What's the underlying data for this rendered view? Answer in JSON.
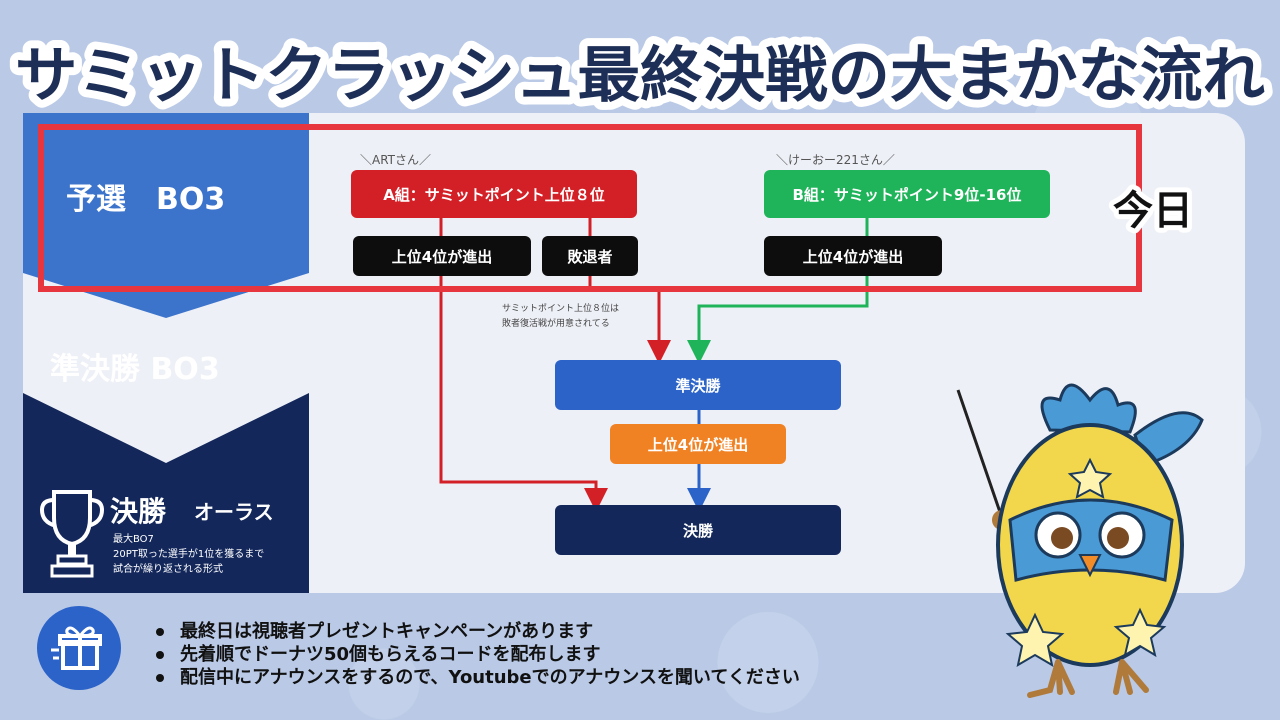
{
  "title": "サミットクラッシュ最終決戦の大まかな流れ",
  "stages": {
    "qualifier": "予選　BO3",
    "semifinal": "準決勝 BO3",
    "final_title": "決勝",
    "final_sub": "オーラス",
    "final_notes": [
      "最大BO7",
      "20PT取った選手が1位を獲るまで",
      "試合が繰り返される形式"
    ]
  },
  "groups": {
    "a_host": "＼ARTさん／",
    "b_host": "＼けーおー221さん／",
    "a_label": "A組：サミットポイント上位８位",
    "b_label": "B組：サミットポイント9位-16位",
    "a_advance": "上位4位が進出",
    "a_losers": "敗退者",
    "b_advance": "上位4位が進出"
  },
  "notes": {
    "losers_note": [
      "サミットポイント上位８位は",
      "敗者復活戦が用意されてる"
    ]
  },
  "flow": {
    "semifinal": "準決勝",
    "semi_advance": "上位4位が進出",
    "final": "決勝"
  },
  "today_label": "今日",
  "bullets": [
    "最終日は視聴者プレゼントキャンペーンがあります",
    "先着順でドーナツ50個もらえるコードを配布します",
    "配信中にアナウンスをするので、Youtubeでのアナウンスを聞いてください"
  ],
  "colors": {
    "group_a": "#d32027",
    "group_b": "#1fb45a",
    "highlight": "#e8363e",
    "semifinal": "#2c63c8",
    "advance": "#f08224",
    "final": "#13275b"
  },
  "icons": {
    "trophy": "trophy-icon",
    "gift": "gift-icon",
    "mascot": "mascot-bird-illustration"
  }
}
